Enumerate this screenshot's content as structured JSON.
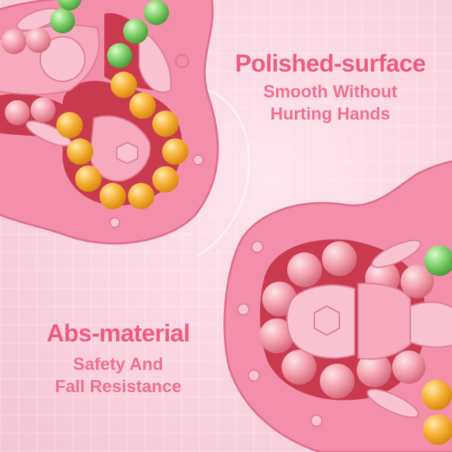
{
  "captions": {
    "top": {
      "headline": "Polished-surface",
      "line1": "Smooth Without",
      "line2": "Hurting Hands"
    },
    "bottom": {
      "headline": "Abs-material",
      "line1": "Safety And",
      "line2": "Fall Resistance"
    }
  },
  "colors": {
    "headline": "#ef5a7f",
    "subtext": "#ef6f90",
    "toy_body": "#f48fab",
    "toy_light": "#f9c3d2",
    "well": "#c93a4e",
    "bead_pink": "#f3a0ae",
    "bead_yellow": "#f5b035",
    "bead_green": "#7fcf6a"
  },
  "icons": {
    "top_toy": "rotating-bead-puzzle-toy",
    "bottom_toy": "rotating-bead-puzzle-toy"
  }
}
